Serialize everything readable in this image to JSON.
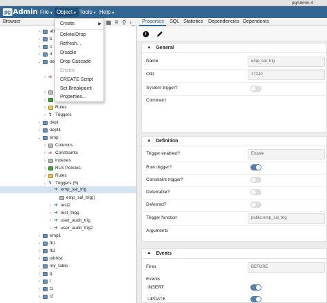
{
  "window": {
    "title": "pgAdmin 4"
  },
  "menubar": {
    "logo_pg": "pg",
    "logo_admin": "Admin",
    "items": [
      "File",
      "Object",
      "Tools",
      "Help"
    ]
  },
  "browser": {
    "title": "Browser"
  },
  "object_menu": {
    "items": [
      {
        "label": "Create",
        "disabled": false,
        "submenu": true
      },
      {
        "label": "Delete/Drop",
        "disabled": false
      },
      {
        "label": "Refresh...",
        "disabled": false
      },
      {
        "label": "Disable",
        "disabled": false
      },
      {
        "label": "Drop Cascade",
        "disabled": false
      },
      {
        "label": "Enable",
        "disabled": true
      },
      {
        "label": "CREATE Script",
        "disabled": false
      },
      {
        "label": "Set Breakpoint",
        "disabled": false
      },
      {
        "label": "Properties...",
        "disabled": false
      }
    ]
  },
  "tree": {
    "nodes": [
      {
        "label": "ab",
        "arrow": "›",
        "icon": "tbl"
      },
      {
        "label": "b",
        "arrow": "›",
        "icon": "tbl"
      },
      {
        "label": "c",
        "arrow": "›",
        "icon": "tbl"
      },
      {
        "label": "d",
        "arrow": "›",
        "icon": "tbl"
      },
      {
        "label": "de",
        "arrow": "⌄",
        "icon": "tbl"
      },
      {
        "label": "",
        "arrow": "›",
        "icon": "cons"
      },
      {
        "label": "",
        "arrow": "›",
        "icon": "col"
      },
      {
        "label": "",
        "arrow": "›",
        "icon": "lock"
      },
      {
        "label": "Rules",
        "arrow": "›",
        "icon": "fld"
      },
      {
        "label": "Triggers",
        "arrow": "›",
        "icon": "trg"
      },
      {
        "label": "dept",
        "arrow": "›",
        "icon": "tbl"
      },
      {
        "label": "dept1",
        "arrow": "›",
        "icon": "tbl"
      },
      {
        "label": "emp",
        "arrow": "⌄",
        "icon": "tbl"
      },
      {
        "label": "Columns",
        "arrow": "›",
        "icon": "col"
      },
      {
        "label": "Constraints",
        "arrow": "›",
        "icon": "cons"
      },
      {
        "label": "Indexes",
        "arrow": "›",
        "icon": "col"
      },
      {
        "label": "RLS Policies",
        "arrow": "›",
        "icon": "lock"
      },
      {
        "label": "Rules",
        "arrow": "›",
        "icon": "fld"
      },
      {
        "label": "Triggers (5)",
        "arrow": "⌄",
        "icon": "trg"
      },
      {
        "label": "emp_sal_trig",
        "arrow": "⌄",
        "icon": "trg",
        "selected": true
      },
      {
        "label": "emp_sal_trig()",
        "arrow": "",
        "icon": "col"
      },
      {
        "label": "test2",
        "arrow": "›",
        "icon": "trg"
      },
      {
        "label": "test_trigg",
        "arrow": "›",
        "icon": "trg"
      },
      {
        "label": "user_audit_trig",
        "arrow": "›",
        "icon": "trg"
      },
      {
        "label": "user_audit_trig2",
        "arrow": "›",
        "icon": "trg"
      },
      {
        "label": "emp1",
        "arrow": "›",
        "icon": "tbl"
      },
      {
        "label": "fk1",
        "arrow": "›",
        "icon": "tbl"
      },
      {
        "label": "fk2",
        "arrow": "›",
        "icon": "tbl"
      },
      {
        "label": "jobhist",
        "arrow": "›",
        "icon": "tbl"
      },
      {
        "label": "my_table",
        "arrow": "›",
        "icon": "tbl"
      },
      {
        "label": "q",
        "arrow": "›",
        "icon": "tbl"
      },
      {
        "label": "t",
        "arrow": "›",
        "icon": "tbl"
      },
      {
        "label": "t1",
        "arrow": "›",
        "icon": "tbl"
      },
      {
        "label": "t2",
        "arrow": "›",
        "icon": "tbl"
      }
    ]
  },
  "tabs": [
    "Properties",
    "SQL",
    "Statistics",
    "Dependencies",
    "Dependents"
  ],
  "general": {
    "title": "General",
    "name_label": "Name",
    "name_value": "emp_sal_trig",
    "oid_label": "OID",
    "oid_value": "17240",
    "system_trigger_label": "System trigger?",
    "comment_label": "Comment"
  },
  "definition": {
    "title": "Definition",
    "trigger_enabled_label": "Trigger enabled?",
    "trigger_enabled_value": "Enable",
    "row_trigger_label": "Row trigger?",
    "constraint_trigger_label": "Constraint trigger?",
    "deferrable_label": "Deferrable?",
    "deferred_label": "Deferred?",
    "trigger_function_label": "Trigger function",
    "trigger_function_value": "public.emp_sal_trig",
    "arguments_label": "Arguments"
  },
  "events": {
    "title": "Events",
    "fires_label": "Fires",
    "fires_value": "BEFORE",
    "events_label": "Events",
    "insert_label": "INSERT",
    "update_label": "UPDATE"
  },
  "colors": {
    "menubar": "#326690",
    "toggle_on": "#5a7fa6"
  }
}
